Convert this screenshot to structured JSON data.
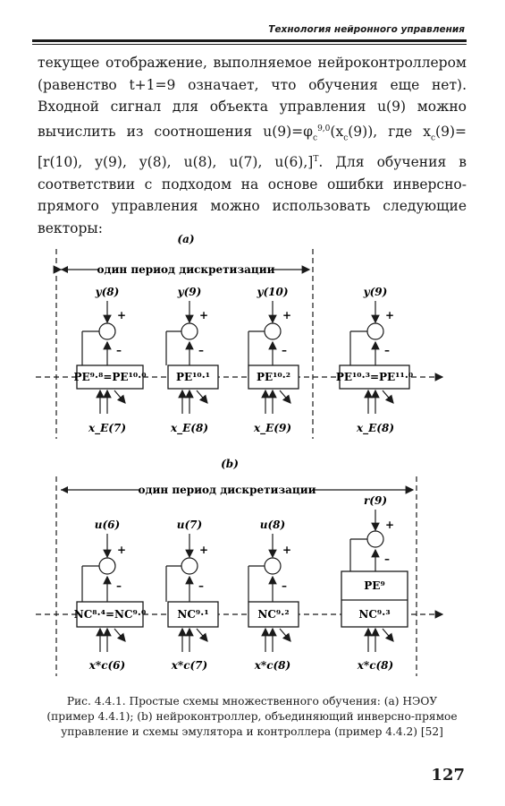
{
  "header": {
    "running_title": "Технология нейронного управления"
  },
  "body": {
    "paragraph": "текущее отображение, выполняемое нейроконтроллером (равенство t+1=9 означает, что обучения еще нет). Входной сигнал для объекта управления u(9) можно вычислить из соотношения u(9)=φc9,0(xc(9)), где xc(9)=[r(10), y(9), y(8), u(8), u(7), u(6),]T. Для обучения в соответствии с подходом на основе ошибки инверсно-прямого управления можно использовать следующие векторы:"
  },
  "figure_a": {
    "label": "(a)",
    "period": "один период дискретизации",
    "blocks": [
      {
        "top": "y(8)",
        "box": "PE⁹·⁸=PE¹⁰·⁰",
        "bottom": "x_E(7)"
      },
      {
        "top": "y(9)",
        "box": "PE¹⁰·¹",
        "bottom": "x_E(8)"
      },
      {
        "top": "y(10)",
        "box": "PE¹⁰·²",
        "bottom": "x_E(9)"
      },
      {
        "top": "y(9)",
        "box": "PE¹⁰·³=PE¹¹·⁰",
        "bottom": "x_E(8)"
      }
    ]
  },
  "figure_b": {
    "label": "(b)",
    "period": "один период дискретизации",
    "blocks": [
      {
        "top": "u(6)",
        "box": "NC⁸·⁴=NC⁹·⁰",
        "bottom": "x*c(6)"
      },
      {
        "top": "u(7)",
        "box": "NC⁹·¹",
        "bottom": "x*c(7)"
      },
      {
        "top": "u(8)",
        "box": "NC⁹·²",
        "bottom": "x*c(8)"
      },
      {
        "top": "r(9)",
        "box_top": "PE⁹",
        "box": "NC⁹·³",
        "bottom": "x*c(8)"
      }
    ]
  },
  "caption": {
    "line1": "Рис. 4.4.1. Простые схемы множественного обучения: (a) НЭОУ",
    "line2": "(пример 4.4.1); (b) нейроконтроллер, объединяющий инверсно-прямое",
    "line3": "управление и схемы эмулятора и контроллера (пример 4.4.2) [52]"
  },
  "page_number": "127"
}
